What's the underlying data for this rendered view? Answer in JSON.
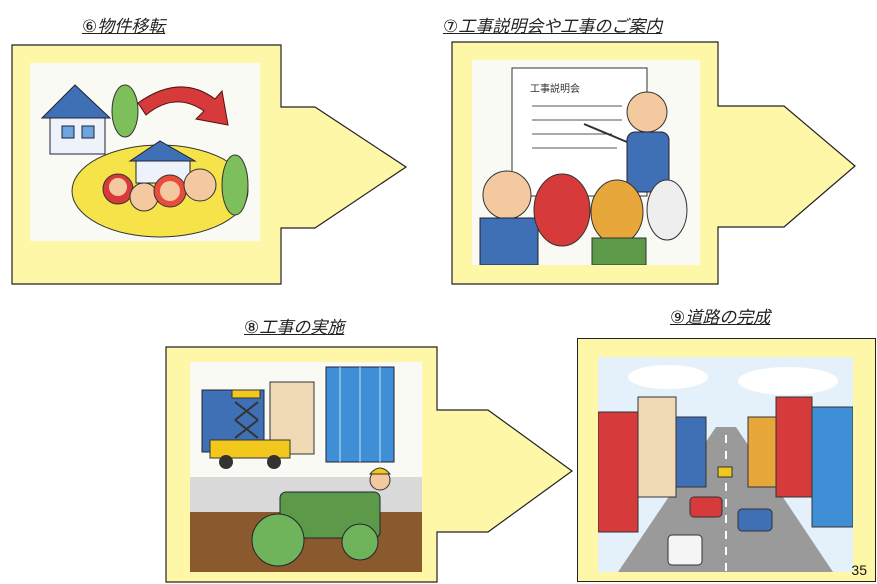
{
  "steps": [
    {
      "title": "⑥物件移転",
      "icon": "house-moving-icon"
    },
    {
      "title": "⑦工事説明会や工事のご案内",
      "icon": "presentation-meeting-icon"
    },
    {
      "title": "⑧工事の実施",
      "icon": "construction-work-icon"
    },
    {
      "title": "⑨道路の完成",
      "icon": "completed-road-icon"
    }
  ],
  "whiteboard_text": "工事説明会",
  "page_number": "35",
  "colors": {
    "arrow_fill": "#fff7a8",
    "arrow_stroke": "#222222",
    "accent_red": "#d63a3a",
    "roof_blue": "#3f6fb4",
    "machine_yellow": "#f3c81c",
    "roller_green": "#5c9a4a"
  }
}
